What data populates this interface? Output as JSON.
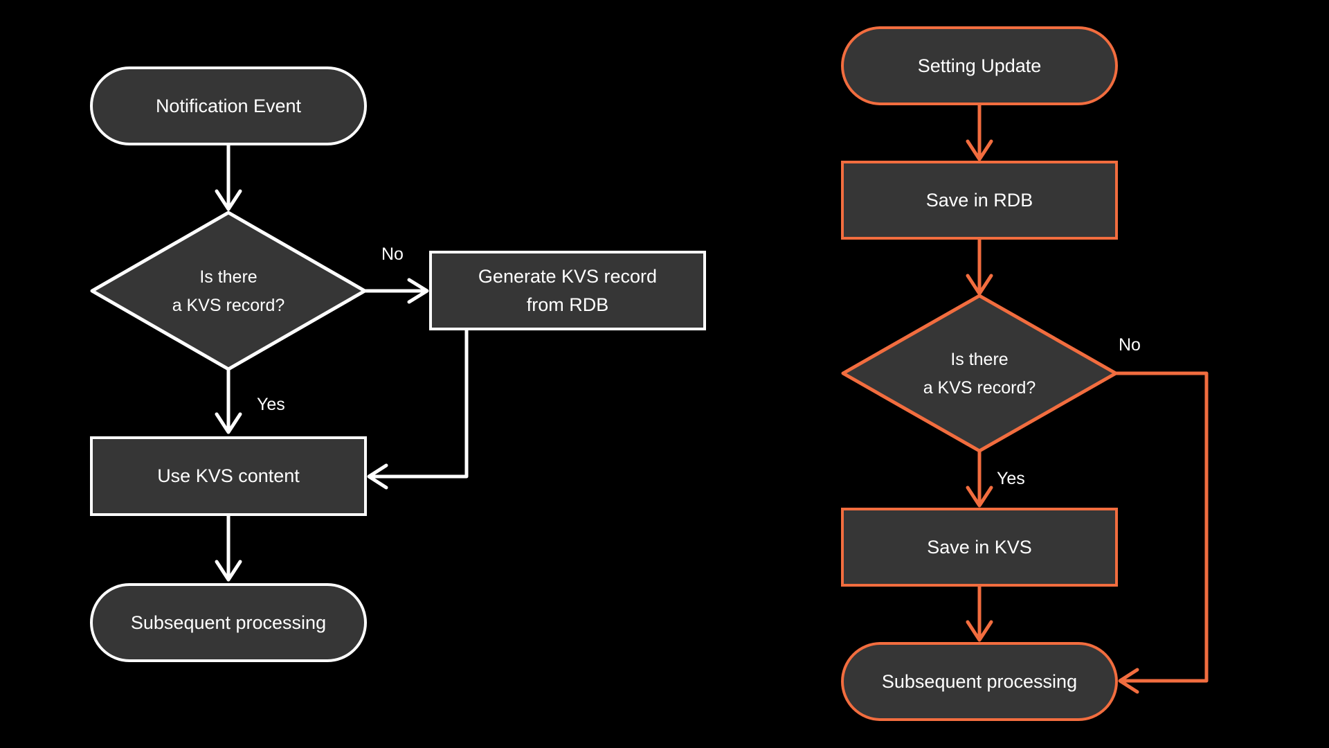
{
  "colors": {
    "background": "#000000",
    "node_fill": "#363636",
    "left_stroke": "#ffffff",
    "right_stroke": "#f26d3f"
  },
  "left": {
    "start": "Notification Event",
    "decision": [
      "Is there",
      "a KVS record?"
    ],
    "no_label": "No",
    "generate": [
      "Generate KVS record",
      "from RDB"
    ],
    "yes_label": "Yes",
    "use": "Use KVS content",
    "end": "Subsequent processing"
  },
  "right": {
    "start": "Setting Update",
    "save_rdb": "Save in RDB",
    "decision": [
      "Is there",
      "a KVS record?"
    ],
    "no_label": "No",
    "yes_label": "Yes",
    "save_kvs": "Save in KVS",
    "end": "Subsequent processing"
  }
}
